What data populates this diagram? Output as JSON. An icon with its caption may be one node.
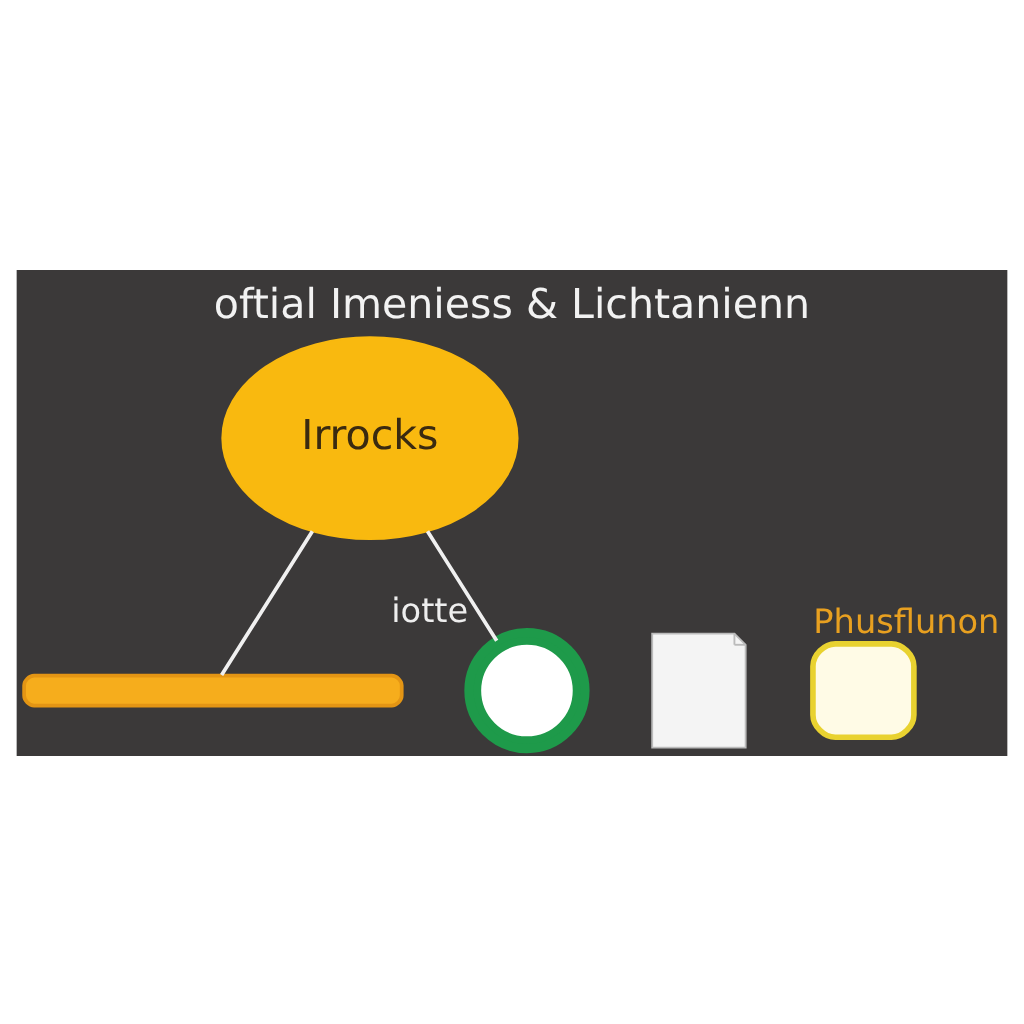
{
  "diagram": {
    "title": "oftial Imeniess & Lichtanienn",
    "nodes": [
      {
        "text": [
          "Irrocks"
        ]
      },
      {
        "text": [],
        "shape": "bar"
      },
      {
        "text": [],
        "shape": "picture",
        "beside": [
          "iotte"
        ]
      },
      {
        "text": [],
        "shape": "picture"
      },
      {
        "text": [],
        "shape": "box",
        "beside": [
          "Phusflunon"
        ]
      }
    ],
    "edges": [
      {
        "from": 0,
        "to": 1,
        "arrow": "none"
      },
      {
        "from": 0,
        "to": 2,
        "arrow": "none"
      }
    ]
  }
}
